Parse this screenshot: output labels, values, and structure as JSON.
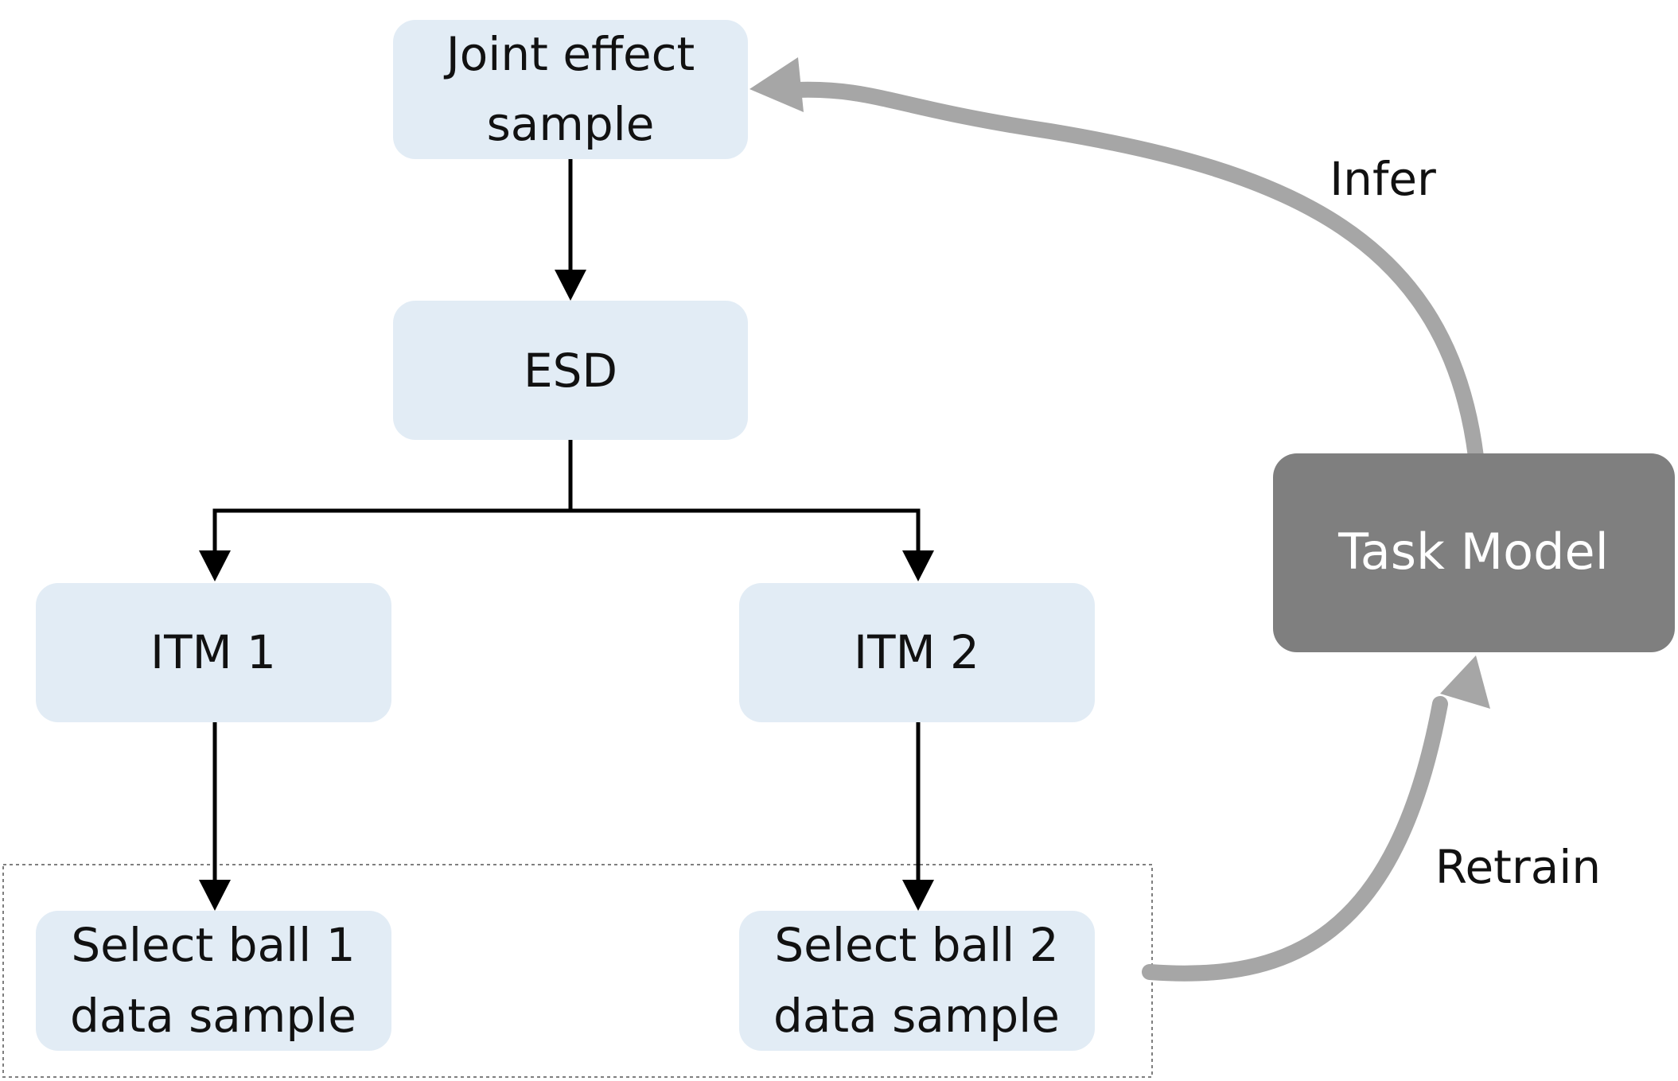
{
  "nodes": {
    "joint_effect": {
      "line1": "Joint effect",
      "line2": "sample"
    },
    "esd": {
      "label": "ESD"
    },
    "itm1": {
      "label": "ITM 1"
    },
    "itm2": {
      "label": "ITM 2"
    },
    "select1": {
      "line1": "Select ball 1",
      "line2": "data sample"
    },
    "select2": {
      "line1": "Select ball 2",
      "line2": "data sample"
    },
    "task_model": {
      "label": "Task Model"
    }
  },
  "edges": {
    "infer": "Infer",
    "retrain": "Retrain"
  },
  "colors": {
    "box_fill": "#e2ecf5",
    "task_fill": "#7f7f7f",
    "arrow_black": "#000000",
    "arrow_gray": "#a6a6a6",
    "group_border": "#7f7f7f"
  }
}
